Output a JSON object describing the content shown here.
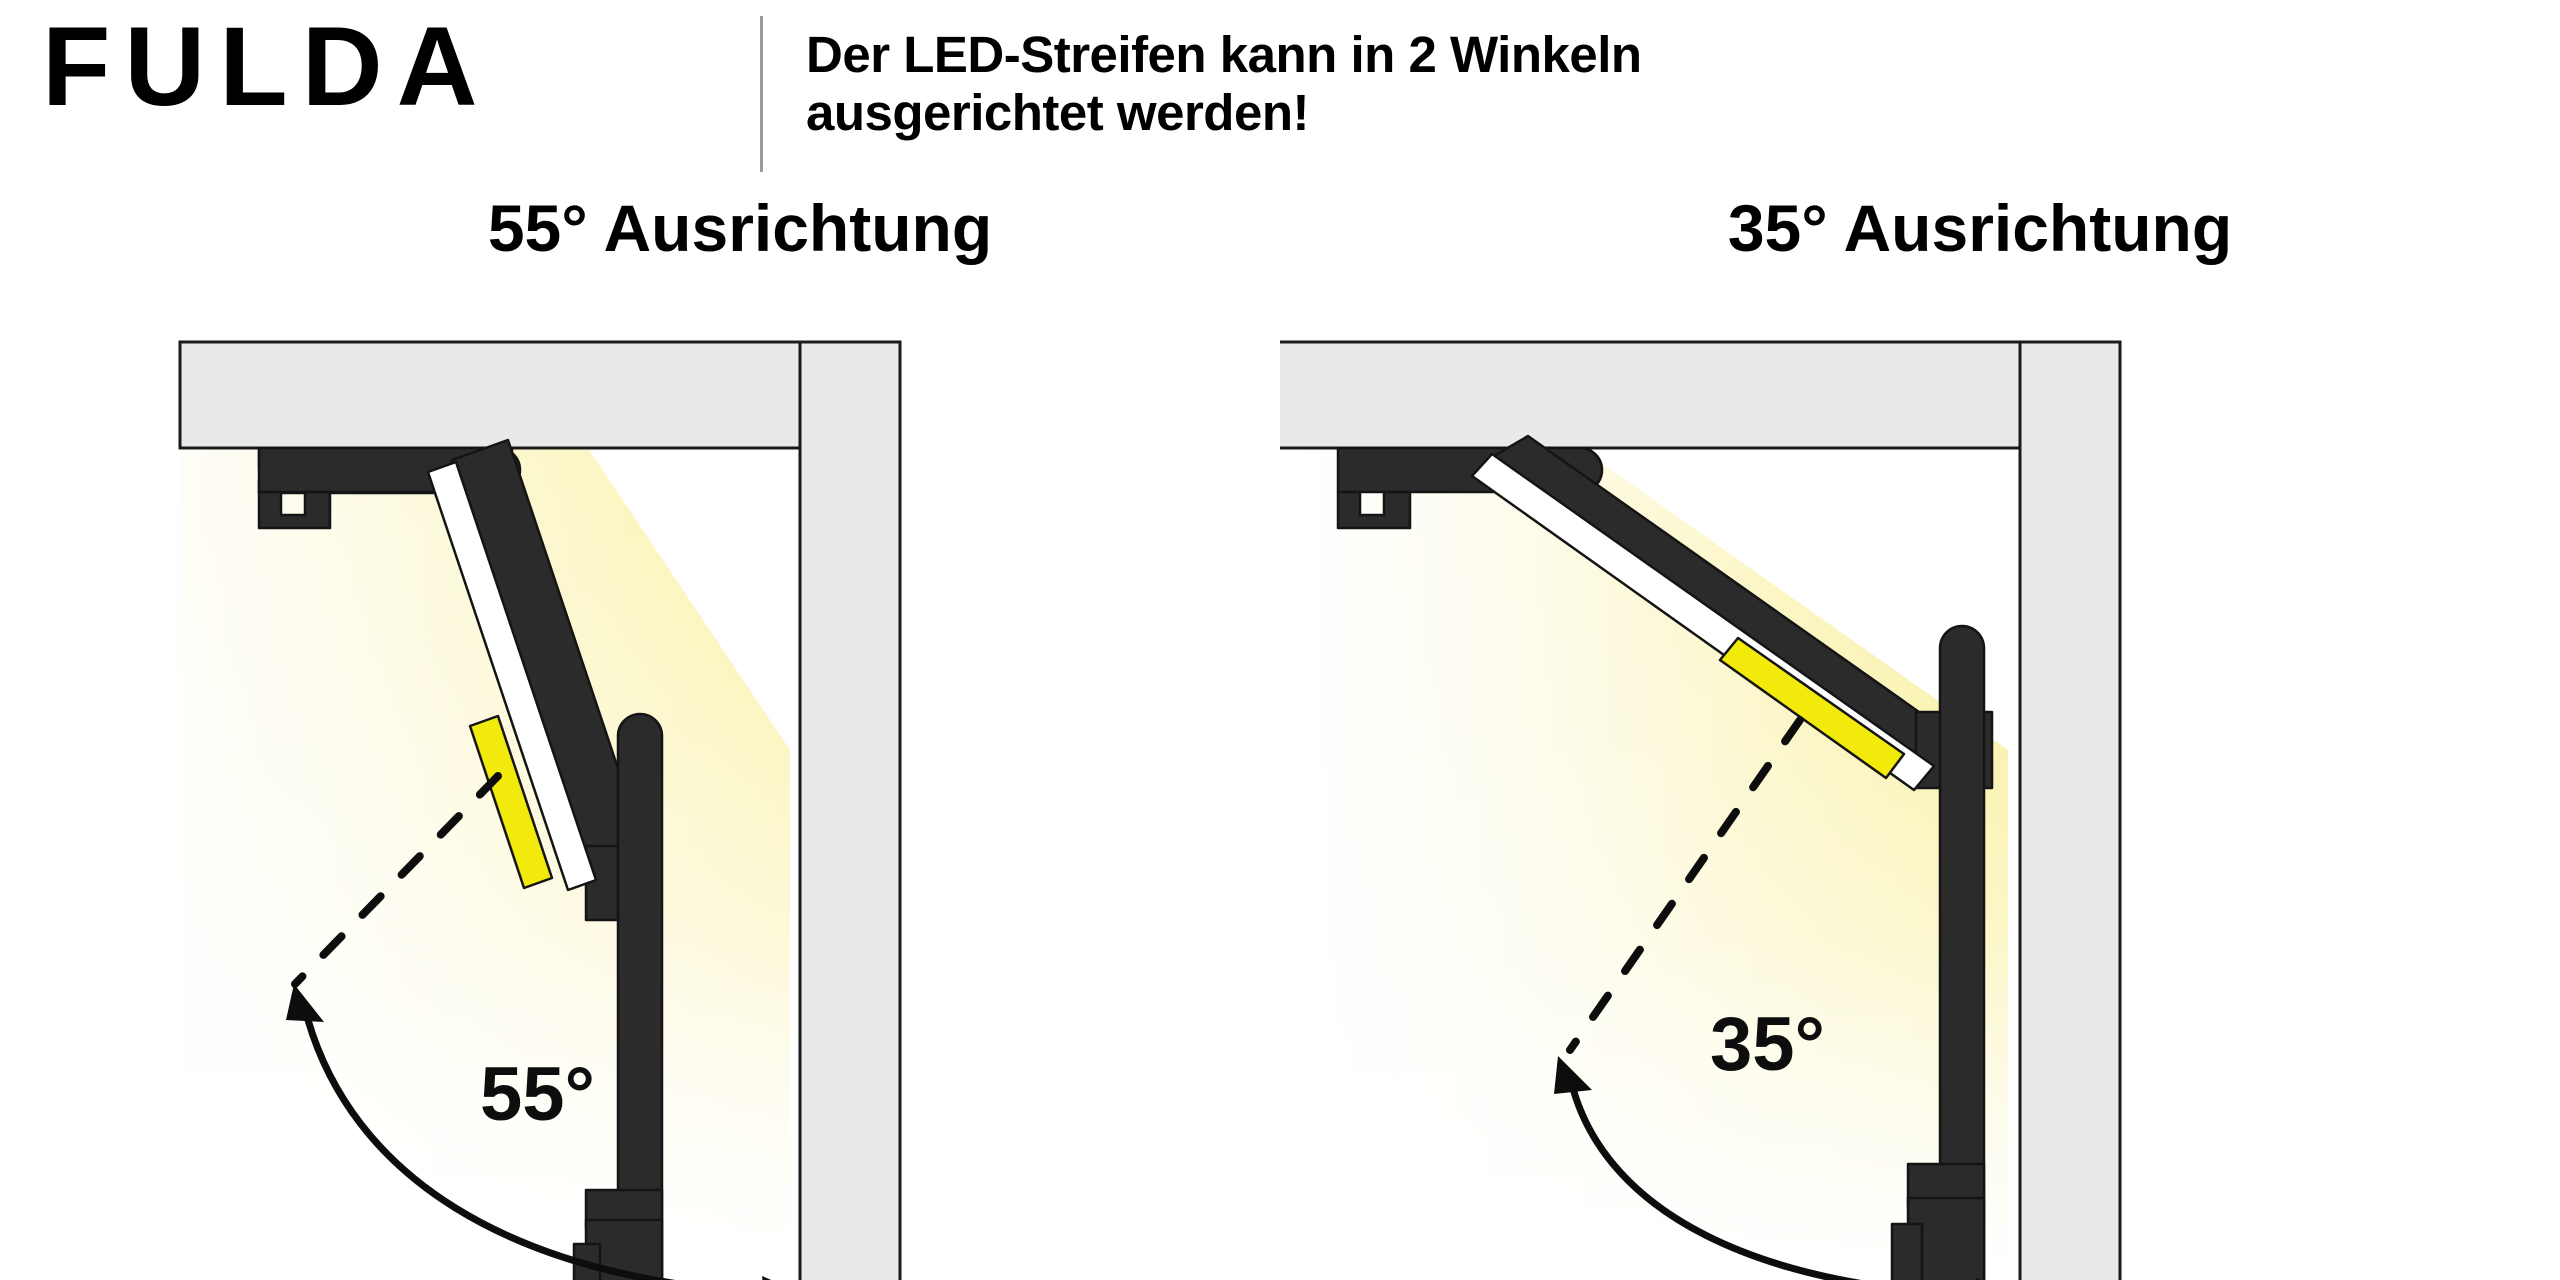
{
  "header": {
    "brand": "FULDA",
    "tagline_line1": "Der LED-Streifen kann in 2 Winkeln",
    "tagline_line2": "ausgerichtet werden!",
    "divider_color": "#9b9b9b"
  },
  "panels": [
    {
      "id": "left",
      "title": "55° Ausrichtung",
      "angle_value": "55°",
      "angle_degrees": 55,
      "description": "LED-Profil in Decken-Wand-Ecke, Lichtaustritt 55° zur Wand"
    },
    {
      "id": "right",
      "title": "35° Ausrichtung",
      "angle_value": "35°",
      "angle_degrees": 35,
      "description": "LED-Profil in Decken-Wand-Ecke, Lichtaustritt 35° zur Wand"
    }
  ],
  "colors": {
    "background": "#ffffff",
    "wall_fill": "#e8e9e8",
    "wall_stroke": "#1a1a1a",
    "profile_dark": "#2b2b2b",
    "profile_stroke": "#111111",
    "diffuser_white": "#ffffff",
    "led_yellow": "#f2ea0a",
    "glow_core": "#f5e455",
    "glow_edge": "#fffdf2",
    "text": "#000000"
  },
  "chart_data": {
    "type": "diagram",
    "title": "Der LED-Streifen kann in 2 Winkeln ausgerichtet werden!",
    "variants": [
      {
        "label": "55° Ausrichtung",
        "tilt_degrees": 55
      },
      {
        "label": "35° Ausrichtung",
        "tilt_degrees": 35
      }
    ]
  }
}
